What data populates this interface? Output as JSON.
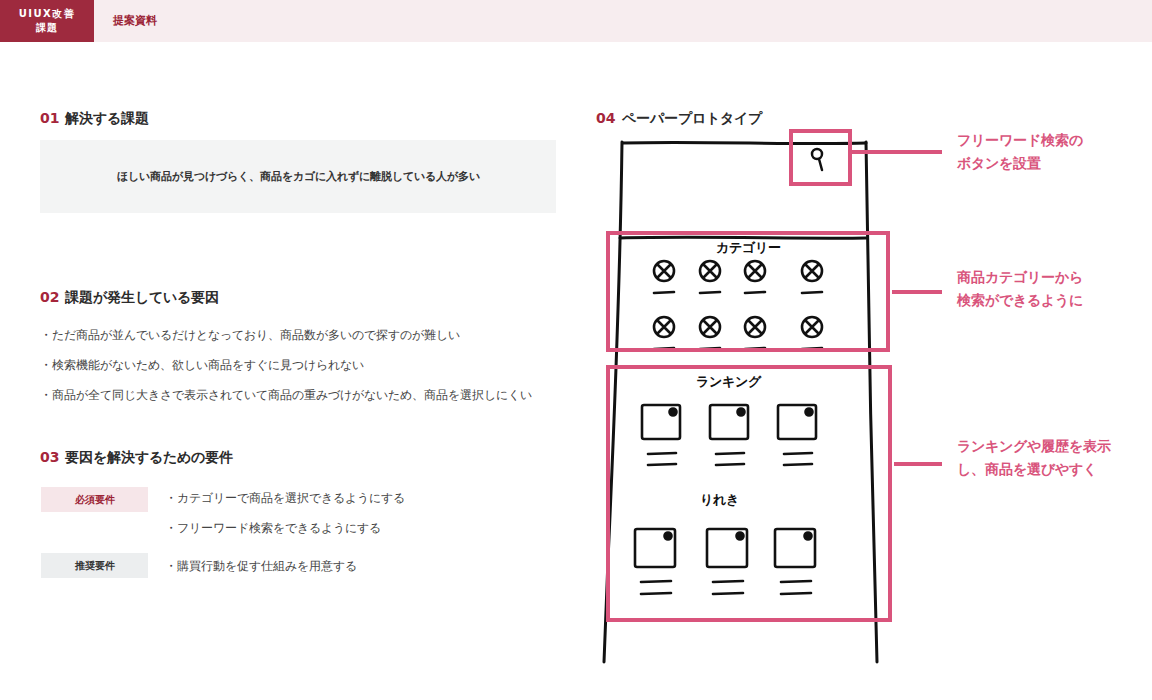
{
  "diagram": {
    "nodes": [
      {
        "text": [
          "提案資料"
        ]
      },
      {
        "text": [
          "UIUX改善 課題"
        ],
        "in": 0
      },
      {
        "text": [
          "ほしい商品が見つけづらく、商品をカゴに入れずに離脱している人が多い"
        ]
      },
      {
        "text": [
          "必須要件"
        ]
      },
      {
        "text": [
          "推奨要件"
        ]
      },
      {
        "text": [
          "カテゴリー"
        ]
      },
      {
        "text": [
          "ランキング",
          "りれき"
        ]
      }
    ],
    "labels": [
      "01",
      "解決する課題",
      "02",
      "課題が発生している要因",
      "・ただ商品が並んでいるだけとなっており、商品数が多いので探すのが難しい",
      "・検索機能がないため、欲しい商品をすぐに見つけられない",
      "・商品が全て同じ大きさで表示されていて商品の重みづけがないため、商品を選択しにくい",
      "03",
      "要因を解決するための要件",
      "・カテゴリーで商品を選択できるようにする",
      "・フリーワード検索をできるようにする",
      "・購買行動を促す仕組みを用意する",
      "04",
      "ペーパープロトタイプ",
      "フリーワード検索の ボタンを設置",
      "商品カテゴリーから 検索ができるように",
      "ランキングや履歴を表示 し、商品を選びやすく"
    ]
  }
}
